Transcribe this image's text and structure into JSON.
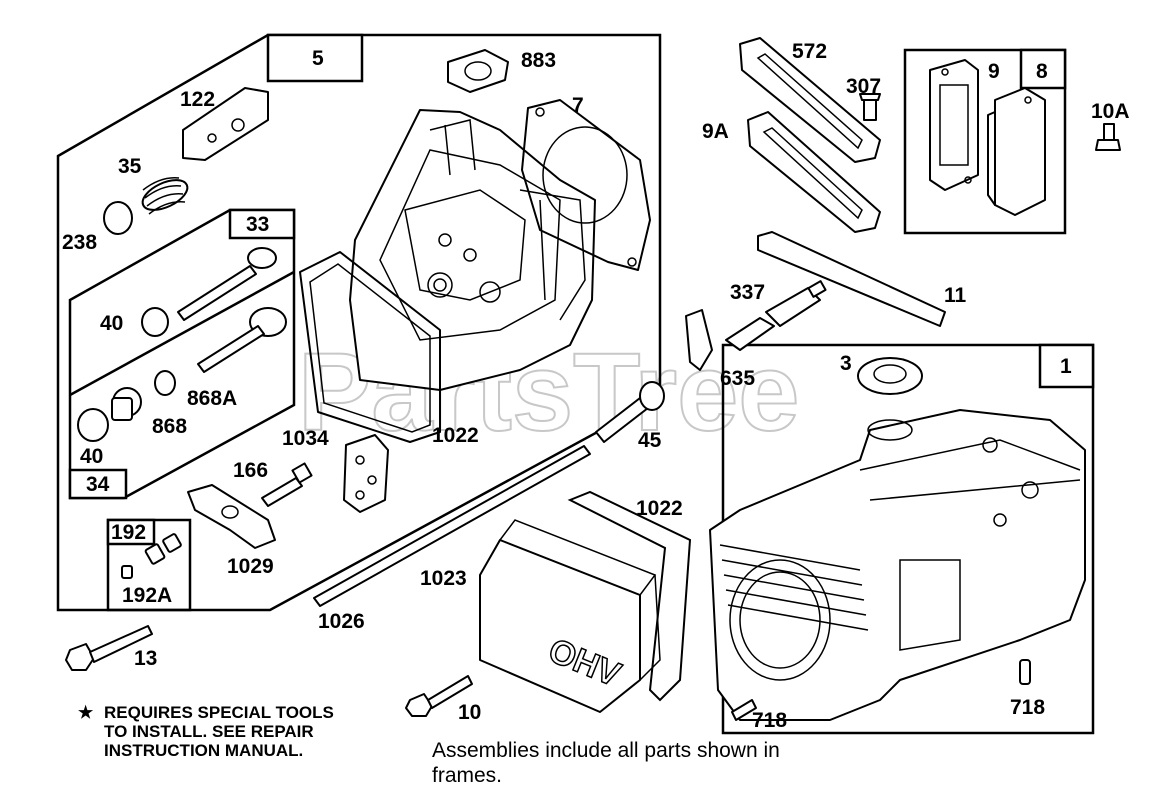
{
  "watermark": "PartsTree",
  "labels": {
    "l5": "5",
    "l883": "883",
    "l7": "7",
    "l572": "572",
    "l307": "307",
    "l9": "9",
    "l8": "8",
    "l10A": "10A",
    "l9A": "9A",
    "l122": "122",
    "l35": "35",
    "l238": "238",
    "l33": "33",
    "l40a": "40",
    "l868A": "868A",
    "l868": "868",
    "l40b": "40",
    "l34": "34",
    "l1034": "1034",
    "l1022a": "1022",
    "l45": "45",
    "l166": "166",
    "l1029": "1029",
    "l192": "192",
    "l192A": "192A",
    "l337": "337",
    "l11": "11",
    "l635": "635",
    "l3": "3",
    "l1": "1",
    "l1022b": "1022",
    "l1023": "1023",
    "l1026": "1026",
    "l13": "13",
    "l10": "10",
    "l718a": "718",
    "l718b": "718"
  },
  "cover_text": "OHV",
  "note": {
    "star": "★",
    "line1": "REQUIRES SPECIAL TOOLS",
    "line2": "TO INSTALL.  SEE REPAIR",
    "line3": "INSTRUCTION MANUAL."
  },
  "footer": {
    "line1": "Assemblies include all parts shown in",
    "line2": "frames."
  }
}
